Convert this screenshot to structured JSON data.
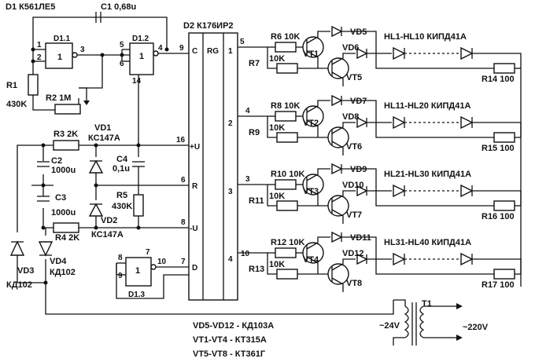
{
  "title_d1": "D1 К561ЛЕ5",
  "c1": "C1 0,68u",
  "d2_title": "D2 К176ИР2",
  "gates": {
    "d11": "D1.1",
    "d12": "D1.2",
    "d13": "D1.3"
  },
  "pins": {
    "p1": "1",
    "p2": "2",
    "p3": "3",
    "p5": "5",
    "p6": "6",
    "p4": "4",
    "p14": "14",
    "p9": "9",
    "p16": "16",
    "pr6": "6",
    "p8": "8",
    "p7": "7",
    "o1": "1",
    "o5": "5",
    "o2": "2",
    "o4": "4",
    "o3": "3",
    "o3b": "3",
    "o4b": "4",
    "o10": "10",
    "g8": "8",
    "g9": "9",
    "g10": "10",
    "g7": "7"
  },
  "gate_sym": "1",
  "rg": {
    "label": "RG",
    "c": "C",
    "u_plus": "+U",
    "r": "R",
    "u_minus": "-U",
    "d": "D"
  },
  "r1": "R1",
  "r1v": "430K",
  "r2": "R2 1M",
  "r3": "R3 2K",
  "vd1": "VD1",
  "vd1t": "КС147А",
  "c2": "C2",
  "c2v": "1000u",
  "c3": "C3",
  "c3v": "1000u",
  "c4": "C4",
  "c4v": "0,1u",
  "r5": "R5",
  "r5v": "430K",
  "vd2": "VD2",
  "vd2t": "КС147А",
  "r4": "R4 2K",
  "vd3": "VD3",
  "vd3t": "КД102",
  "vd4": "VD4",
  "vd4t": "КД102",
  "channels": [
    {
      "rb": "R6 10K",
      "vt_n": "VT1",
      "vd_a": "VD5",
      "vd_b": "VD6",
      "vt_p": "VT5",
      "r_p": "R7",
      "r_pv": "10K",
      "hl": "HL1-HL10 КИПД41А",
      "rl": "R14 100"
    },
    {
      "rb": "R8 10K",
      "vt_n": "VT2",
      "vd_a": "VD7",
      "vd_b": "VD8",
      "vt_p": "VT6",
      "r_p": "R9",
      "r_pv": "10K",
      "hl": "HL11-HL20 КИПД41А",
      "rl": "R15 100"
    },
    {
      "rb": "R10 10K",
      "vt_n": "VT3",
      "vd_a": "VD9",
      "vd_b": "VD10",
      "vt_p": "VT7",
      "r_p": "R11",
      "r_pv": "10K",
      "hl": "HL21-HL30 КИПД41А",
      "rl": "R16 100"
    },
    {
      "rb": "R12 10K",
      "vt_n": "VT4",
      "vd_a": "VD11",
      "vd_b": "VD12",
      "vt_p": "VT8",
      "r_p": "R13",
      "r_pv": "10K",
      "hl": "HL31-HL40 КИПД41А",
      "rl": "R17 100"
    }
  ],
  "t1": "T1",
  "v24": "~24V",
  "v220": "~220V",
  "notes": [
    "VD5-VD12 - КД103А",
    "VT1-VT4 - КТ315А",
    "VT5-VT8 - КТ361Г"
  ]
}
